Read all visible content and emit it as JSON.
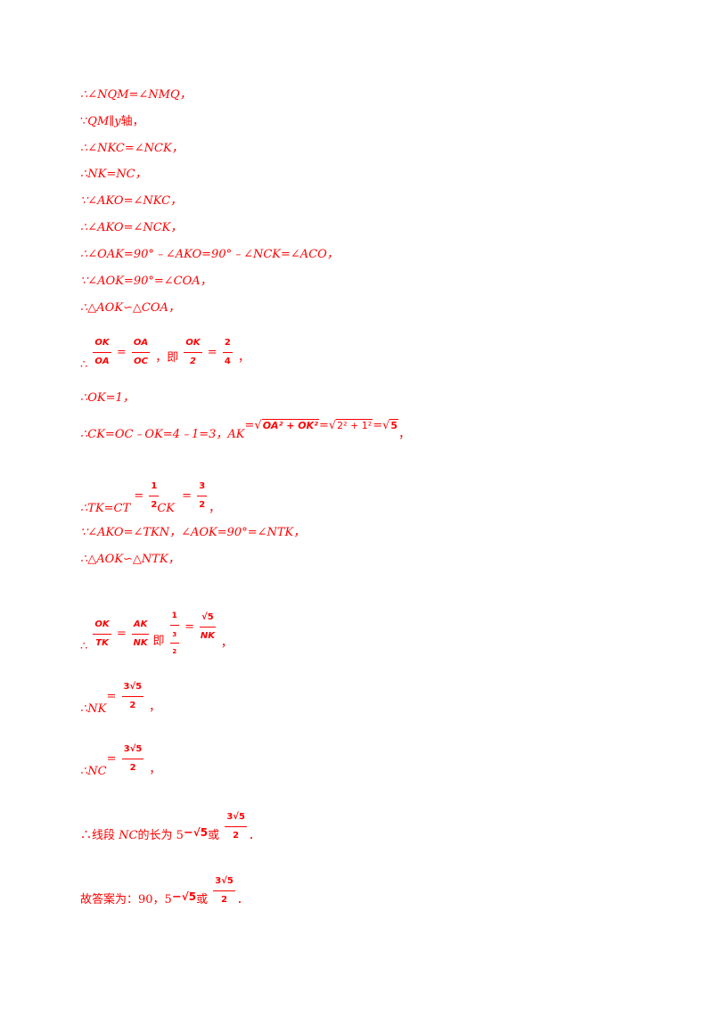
{
  "lines": {
    "l1": "∴∠NQM=∠NMQ，",
    "l2a": "∵",
    "l2b": "QM∥y",
    "l2c": "轴，",
    "l3": "∴∠NKC=∠NCK，",
    "l4": "∴NK=NC，",
    "l5": "∵∠AKO=∠NKC，",
    "l6": "∴∠AKO=∠NCK，",
    "l7": "∴∠OAK=90°﹣∠AKO=90°﹣∠NCK=∠ACO，",
    "l8": "∵∠AOK=90°=∠COA，",
    "l9": "∴△AOK∽△COA，",
    "l10_prefix": "∴",
    "l10_f1_num": "OK",
    "l10_f1_den": "OA",
    "l10_eq": "=",
    "l10_f2_num": "OA",
    "l10_f2_den": "OC",
    "l10_ji": "，即",
    "l10_f3_num": "OK",
    "l10_f3_den": "2",
    "l10_f4_num": "2",
    "l10_f4_den": "4",
    "l10_end": "，",
    "l11": "∴OK=1，",
    "l12_text": "∴CK=OC﹣OK=4﹣1=3，AK",
    "l12_eq": "=",
    "l12_rad1": "OA² + OK²",
    "l12_rad2": "2² + 1²",
    "l12_rad3": "5",
    "l12_end": "，",
    "l13_prefix": "∴TK=CT",
    "l13_eq": "=",
    "l13_half_num": "1",
    "l13_half_den": "2",
    "l13_ck": "CK",
    "l13_f_num": "3",
    "l13_f_den": "2",
    "l13_end": "，",
    "l14": "∵∠AKO=∠TKN，∠AOK=90°=∠NTK，",
    "l15": "∴△AOK∽△NTK，",
    "l16_prefix": "∴",
    "l16_f1_num": "OK",
    "l16_f1_den": "TK",
    "l16_f2_num": "AK",
    "l16_f2_den": "NK",
    "l16_ji": "即",
    "l16_f3_num": "1",
    "l16_f3_den_num": "3",
    "l16_f3_den_den": "2",
    "l16_f4_num": "√5",
    "l16_f4_den": "NK",
    "l16_end": "，",
    "l17_prefix": "∴NK",
    "l17_f_num": "3√5",
    "l17_f_den": "2",
    "l17_end": "，",
    "l18_prefix": "∴NC",
    "l18_f_num": "3√5",
    "l18_f_den": "2",
    "l18_end": "，",
    "l19_text": "∴线段",
    "l19_nc": "NC",
    "l19_mid": "的长为 5",
    "l19_minus": "−",
    "l19_sqrt": "√5",
    "l19_or": "或",
    "l19_f_num": "3√5",
    "l19_f_den": "2",
    "l19_end": "．",
    "l20_text": "故答案为：90，5",
    "l20_minus": "−",
    "l20_sqrt": "√5",
    "l20_or": "或",
    "l20_f_num": "3√5",
    "l20_f_den": "2",
    "l20_end": "．"
  }
}
